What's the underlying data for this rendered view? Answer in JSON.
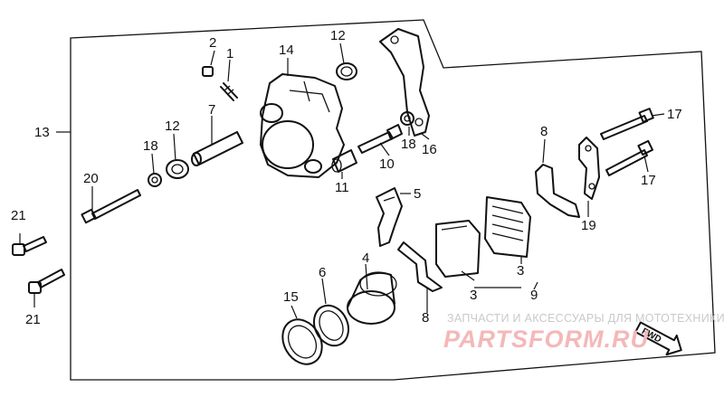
{
  "part_labels": [
    {
      "id": "l2",
      "text": "2"
    },
    {
      "id": "l1",
      "text": "1"
    },
    {
      "id": "l14",
      "text": "14"
    },
    {
      "id": "l12a",
      "text": "12"
    },
    {
      "id": "l12b",
      "text": "12"
    },
    {
      "id": "l7",
      "text": "7"
    },
    {
      "id": "l18a",
      "text": "18"
    },
    {
      "id": "l18b",
      "text": "18"
    },
    {
      "id": "l16",
      "text": "16"
    },
    {
      "id": "l10",
      "text": "10"
    },
    {
      "id": "l11",
      "text": "11"
    },
    {
      "id": "l13",
      "text": "13"
    },
    {
      "id": "l20",
      "text": "20"
    },
    {
      "id": "l17a",
      "text": "17"
    },
    {
      "id": "l17b",
      "text": "17"
    },
    {
      "id": "l8a",
      "text": "8"
    },
    {
      "id": "l8b",
      "text": "8"
    },
    {
      "id": "l5",
      "text": "5"
    },
    {
      "id": "l19",
      "text": "19"
    },
    {
      "id": "l4",
      "text": "4"
    },
    {
      "id": "l6",
      "text": "6"
    },
    {
      "id": "l15",
      "text": "15"
    },
    {
      "id": "l3a",
      "text": "3"
    },
    {
      "id": "l3b",
      "text": "3"
    },
    {
      "id": "l9",
      "text": "9"
    },
    {
      "id": "l21a",
      "text": "21"
    },
    {
      "id": "l21b",
      "text": "21"
    }
  ],
  "watermark": {
    "tagline": "ЗАПЧАСТИ И АКСЕССУАРЫ ДЛЯ МОТОТЕХНИКИ",
    "brand": "PARTSFORM.RU"
  },
  "fwd_mark": "FWD"
}
